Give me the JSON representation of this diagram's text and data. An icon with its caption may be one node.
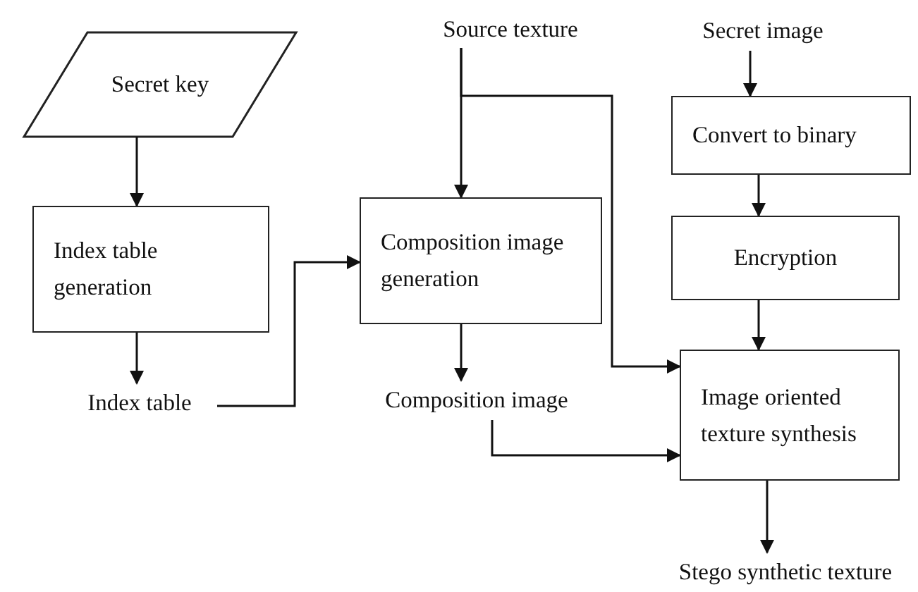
{
  "diagram": {
    "nodes": [
      {
        "text": [
          "Secret key"
        ]
      },
      {
        "text": [
          "Index table generation"
        ]
      },
      {
        "text": [
          "Index table"
        ]
      },
      {
        "text": [
          "Source texture"
        ]
      },
      {
        "text": [
          "Composition image generation"
        ]
      },
      {
        "text": [
          "Composition image"
        ]
      },
      {
        "text": [
          "Secret image"
        ]
      },
      {
        "text": [
          "Convert to binary"
        ]
      },
      {
        "text": [
          "Encryption"
        ]
      },
      {
        "text": [
          "Image oriented texture synthesis"
        ]
      },
      {
        "text": [
          "Stego synthetic texture"
        ]
      }
    ],
    "edges": [
      {
        "from": 0,
        "to": 1,
        "arrow": "to"
      },
      {
        "from": 1,
        "to": 2,
        "arrow": "to"
      },
      {
        "from": 2,
        "to": 4,
        "arrow": "to"
      },
      {
        "from": 3,
        "to": 4,
        "arrow": "to"
      },
      {
        "from": 3,
        "to": 9,
        "arrow": "to"
      },
      {
        "from": 4,
        "to": 5,
        "arrow": "to"
      },
      {
        "from": 5,
        "to": 9,
        "arrow": "to"
      },
      {
        "from": 6,
        "to": 7,
        "arrow": "to"
      },
      {
        "from": 7,
        "to": 8,
        "arrow": "to"
      },
      {
        "from": 8,
        "to": 9,
        "arrow": "to"
      },
      {
        "from": 9,
        "to": 10,
        "arrow": "to"
      }
    ]
  }
}
